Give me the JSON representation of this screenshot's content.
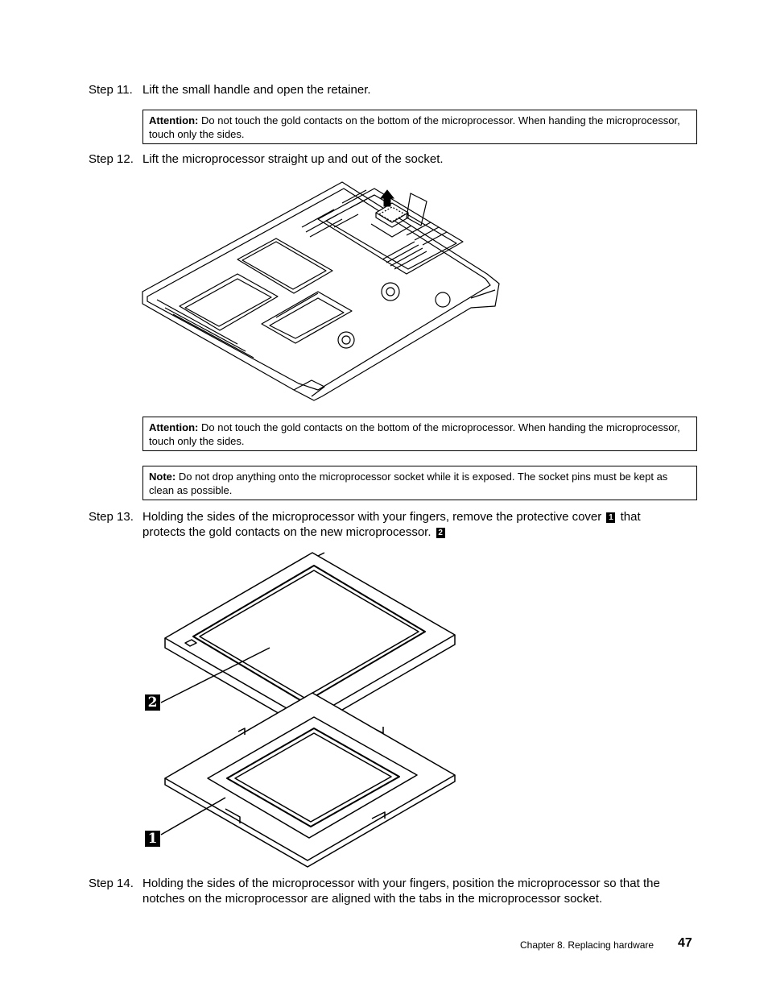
{
  "steps": {
    "s11": {
      "label": "Step 11.",
      "text": "Lift the small handle and open the retainer."
    },
    "s12": {
      "label": "Step 12.",
      "text": "Lift the microprocessor straight up and out of the socket."
    },
    "s13": {
      "label": "Step 13.",
      "text_part1": "Holding the sides of the microprocessor with your fingers, remove the protective cover",
      "callout1": "1",
      "text_part2": "that protects the gold contacts on the new microprocessor.",
      "callout2": "2"
    },
    "s14": {
      "label": "Step 14.",
      "text": "Holding the sides of the microprocessor with your fingers, position the microprocessor so that the notches on the microprocessor are aligned with the tabs in the microprocessor socket."
    }
  },
  "notices": {
    "attention1": {
      "label": "Attention:",
      "text": "Do not touch the gold contacts on the bottom of the microprocessor. When handing the microprocessor, touch only the sides."
    },
    "attention2": {
      "label": "Attention:",
      "text": "Do not touch the gold contacts on the bottom of the microprocessor. When handing the microprocessor, touch only the sides."
    },
    "note": {
      "label": "Note:",
      "text": "Do not drop anything onto the microprocessor socket while it is exposed. The socket pins must be kept as clean as possible."
    }
  },
  "figure2": {
    "callout_top": "2",
    "callout_bottom": "1"
  },
  "footer": {
    "chapter": "Chapter 8. Replacing hardware",
    "page": "47"
  }
}
